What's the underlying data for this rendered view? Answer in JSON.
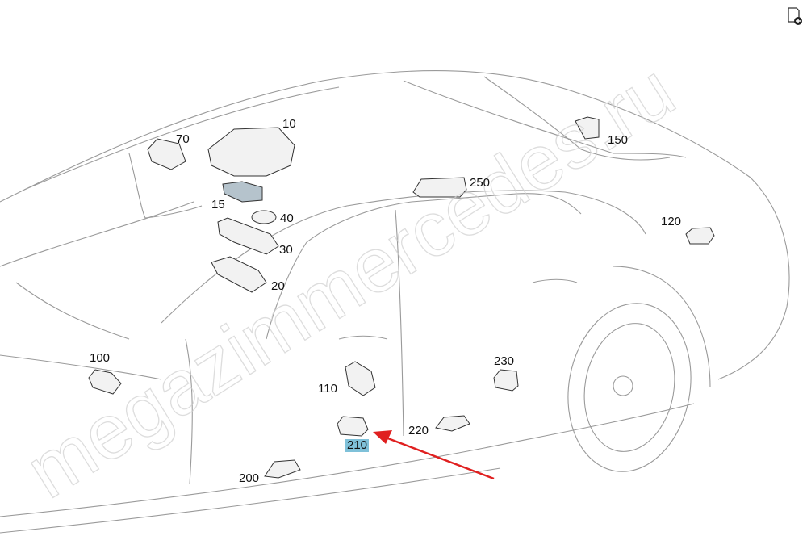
{
  "toolbar": {
    "corner_icon": "add-to-document-icon"
  },
  "watermark": {
    "text": "megazimmercedes.ru"
  },
  "colors": {
    "highlight": "#7fc1d9",
    "arrow": "#e02020",
    "line": "#8a8a8a"
  },
  "parts": [
    {
      "id": "p10",
      "label": "10"
    },
    {
      "id": "p15",
      "label": "15"
    },
    {
      "id": "p20",
      "label": "20"
    },
    {
      "id": "p30",
      "label": "30"
    },
    {
      "id": "p40",
      "label": "40"
    },
    {
      "id": "p70",
      "label": "70"
    },
    {
      "id": "p100",
      "label": "100"
    },
    {
      "id": "p110",
      "label": "110"
    },
    {
      "id": "p120",
      "label": "120"
    },
    {
      "id": "p150",
      "label": "150"
    },
    {
      "id": "p200",
      "label": "200"
    },
    {
      "id": "p210",
      "label": "210"
    },
    {
      "id": "p220",
      "label": "220"
    },
    {
      "id": "p230",
      "label": "230"
    },
    {
      "id": "p250",
      "label": "250"
    }
  ]
}
